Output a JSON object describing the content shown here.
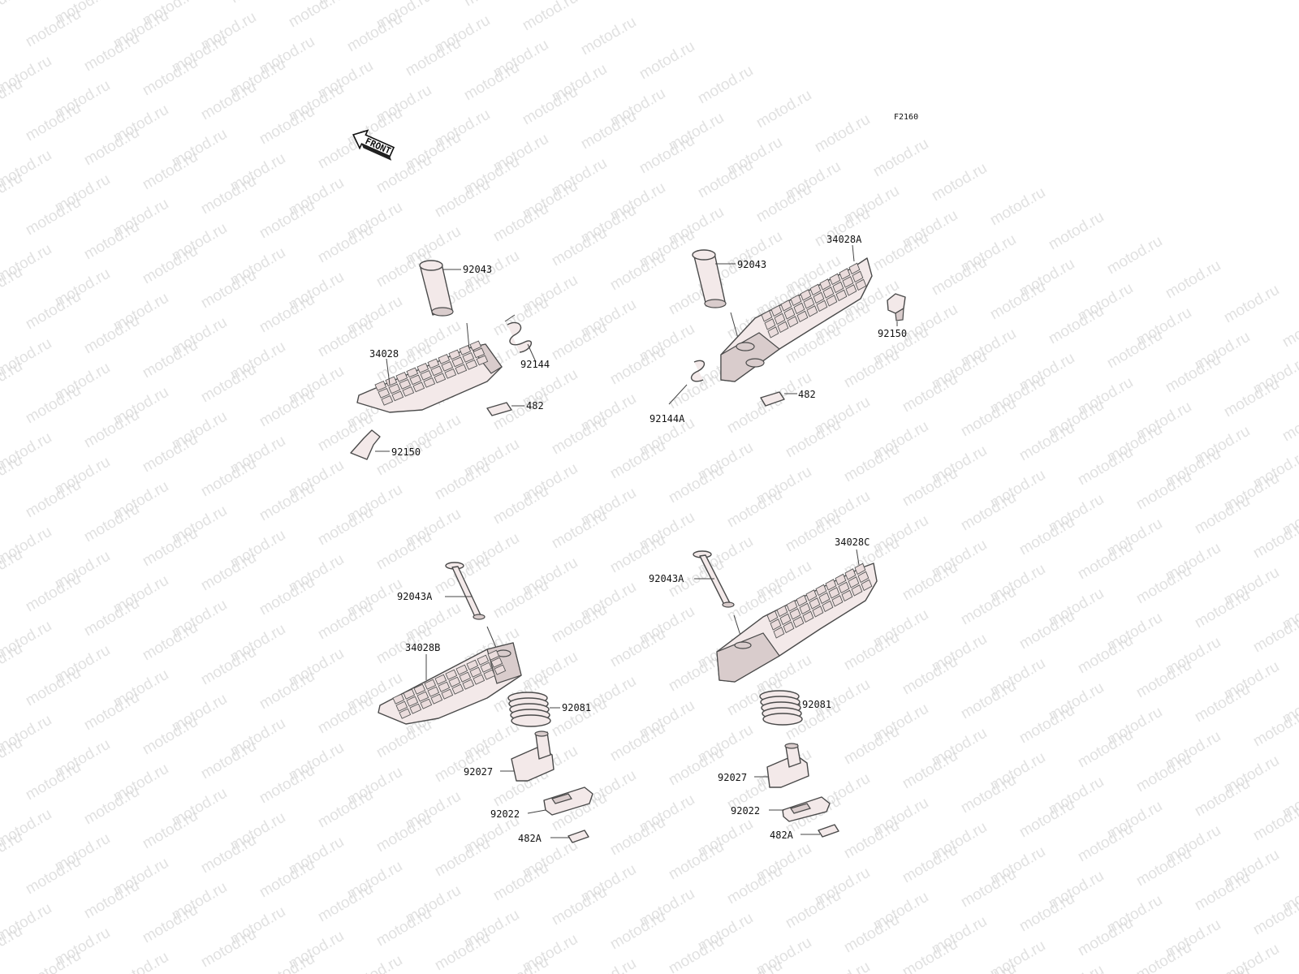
{
  "figure_code": "F2160",
  "front_label": "FRONT",
  "watermark_text": "motod.ru",
  "colors": {
    "part_fill": "#f3e9e9",
    "line": "#4a4a4a",
    "watermark": "#c9c9c9"
  },
  "callouts": {
    "tl_pin": "92043",
    "tl_step": "34028",
    "tl_spring": "92144",
    "tl_clip": "482",
    "tl_rubber": "92150",
    "tr_pin": "92043",
    "tr_step": "34028A",
    "tr_rubber": "92150",
    "tr_spring": "92144A",
    "tr_clip": "482",
    "bl_pin": "92043A",
    "bl_step": "34028B",
    "bl_spring": "92081",
    "bl_bracket": "92027",
    "bl_plate": "92022",
    "bl_clip": "482A",
    "br_pin": "92043A",
    "br_step": "34028C",
    "br_spring": "92081",
    "br_bracket": "92027",
    "br_plate": "92022",
    "br_clip": "482A"
  }
}
